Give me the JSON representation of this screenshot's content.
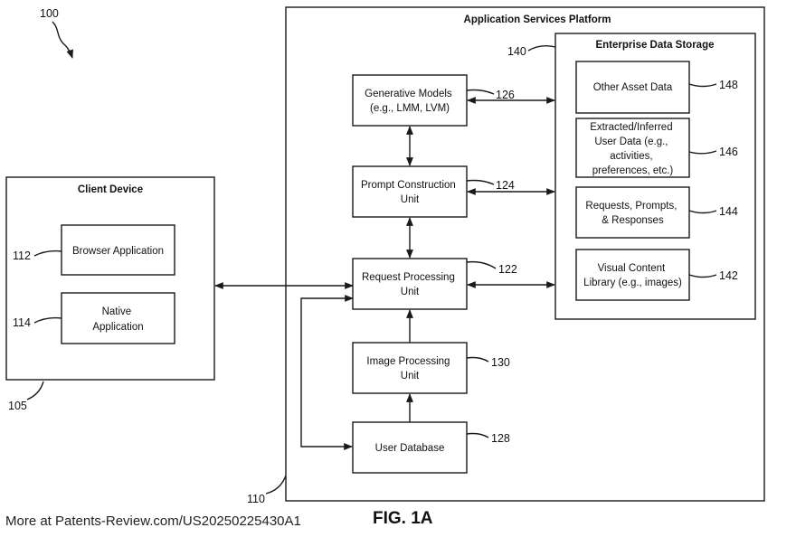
{
  "figure": {
    "ref_main": "100",
    "caption": "FIG. 1A",
    "footer": "More at Patents-Review.com/US20250225430A1"
  },
  "client_device": {
    "title": "Client Device",
    "ref": "105",
    "browser": {
      "lines": [
        "Browser Application"
      ],
      "ref": "112"
    },
    "native": {
      "lines": [
        "Native",
        "Application"
      ],
      "ref": "114"
    }
  },
  "platform": {
    "title": "Application Services Platform",
    "ref": "110",
    "generative_models": {
      "lines": [
        "Generative Models",
        "(e.g., LMM, LVM)"
      ],
      "ref": "126"
    },
    "prompt_construction": {
      "lines": [
        "Prompt Construction",
        "Unit"
      ],
      "ref": "124"
    },
    "request_processing": {
      "lines": [
        "Request Processing",
        "Unit"
      ],
      "ref": "122"
    },
    "image_processing": {
      "lines": [
        "Image Processing",
        "Unit"
      ],
      "ref": "130"
    },
    "user_database": {
      "lines": [
        "User Database"
      ],
      "ref": "128"
    }
  },
  "storage": {
    "title": "Enterprise Data Storage",
    "ref": "140",
    "other_asset": {
      "lines": [
        "Other Asset Data"
      ],
      "ref": "148"
    },
    "extracted_user": {
      "lines": [
        "Extracted/Inferred",
        "User Data (e.g.,",
        "activities,",
        "preferences, etc.)"
      ],
      "ref": "146"
    },
    "requests_prompts": {
      "lines": [
        "Requests, Prompts,",
        "& Responses"
      ],
      "ref": "144"
    },
    "visual_content": {
      "lines": [
        "Visual Content",
        "Library (e.g., images)"
      ],
      "ref": "142"
    }
  }
}
